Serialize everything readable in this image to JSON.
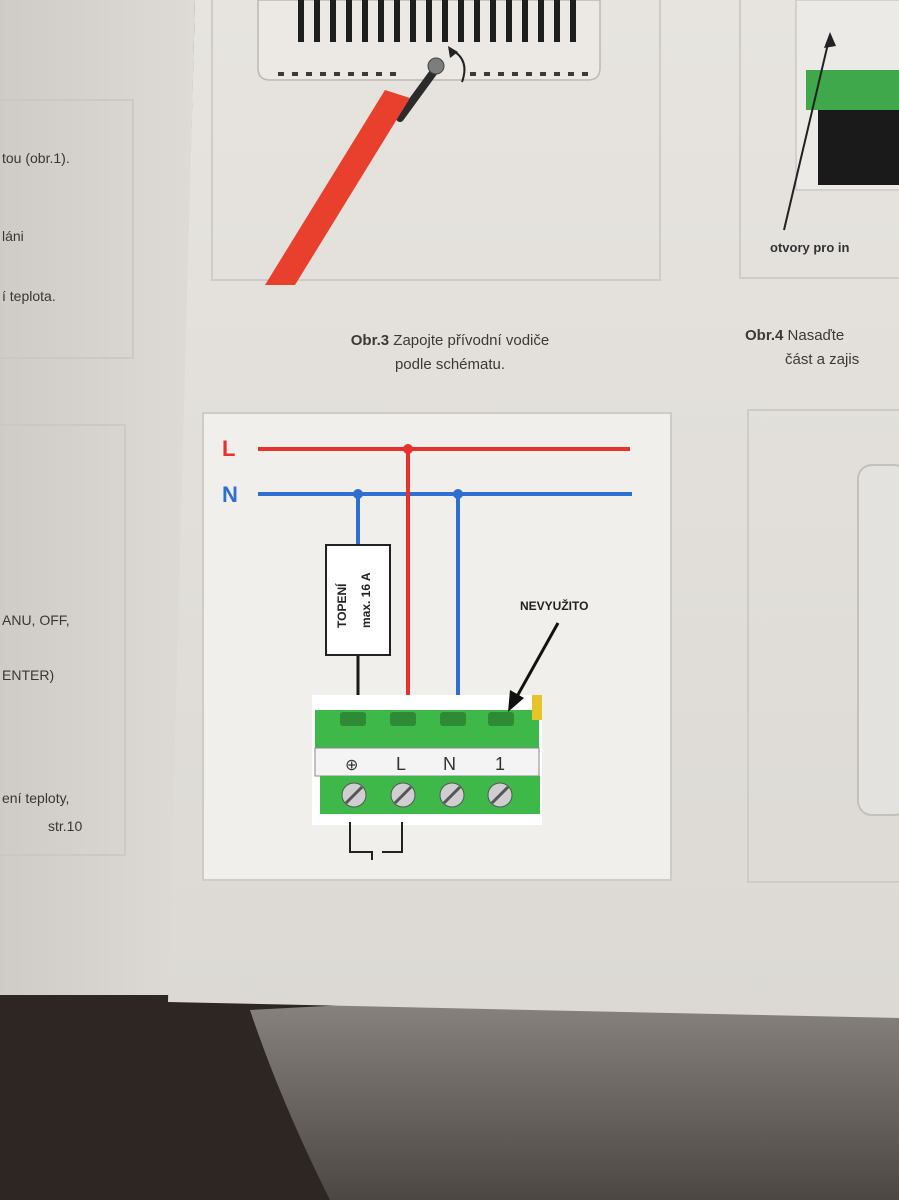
{
  "left_page": {
    "lines": [
      "tou (obr.1).",
      "láni",
      "í teplota.",
      "ANU, OFF,",
      "ENTER)",
      "ení teploty,",
      "str.10"
    ]
  },
  "figure3": {
    "label": "Obr.3",
    "caption_line1": "Zapojte přívodní vodiče",
    "caption_line2": "podle schématu."
  },
  "figure4": {
    "label": "Obr.4",
    "caption_line1": "Nasaďte",
    "caption_line2": "část a zajis",
    "callout": "otvory pro in"
  },
  "diagram": {
    "line_l": "L",
    "line_n": "N",
    "heater_label": "TOPENÍ",
    "heater_spec": "max. 16 A",
    "unused_label": "NEVYUŽITO",
    "terminals": [
      "⊕",
      "L",
      "N",
      "1"
    ],
    "colors": {
      "live": "#e8302d",
      "neutral": "#2f6fd1",
      "terminal": "#3fb84a"
    }
  }
}
